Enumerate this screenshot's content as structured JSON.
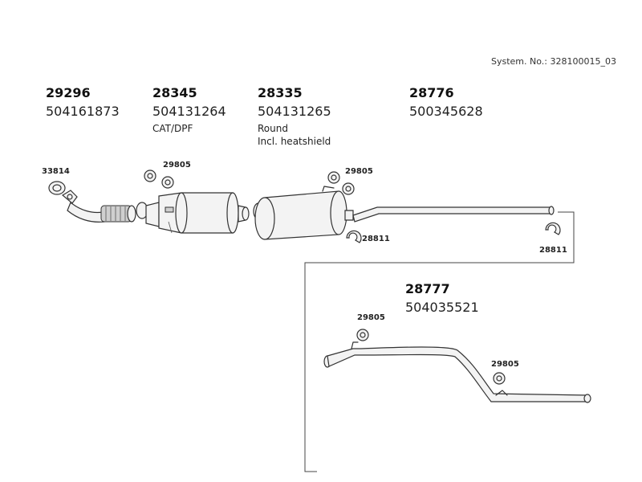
{
  "system_number": "System. No.: 328100015_03",
  "parts": [
    {
      "number": "29296",
      "oem": "504161873",
      "desc": []
    },
    {
      "number": "28345",
      "oem": "504131264",
      "desc": [
        "CAT/DPF"
      ]
    },
    {
      "number": "28335",
      "oem": "504131265",
      "desc": [
        "Round",
        "Incl. heatshield"
      ]
    },
    {
      "number": "28776",
      "oem": "500345628",
      "desc": []
    },
    {
      "number": "28777",
      "oem": "504035521",
      "desc": []
    }
  ],
  "callouts": {
    "gasket": "33814",
    "hanger_a": "29805",
    "hanger_b": "29805",
    "clamp_a": "28811",
    "clamp_b": "28811",
    "hanger_c": "29805",
    "hanger_d": "29805"
  }
}
